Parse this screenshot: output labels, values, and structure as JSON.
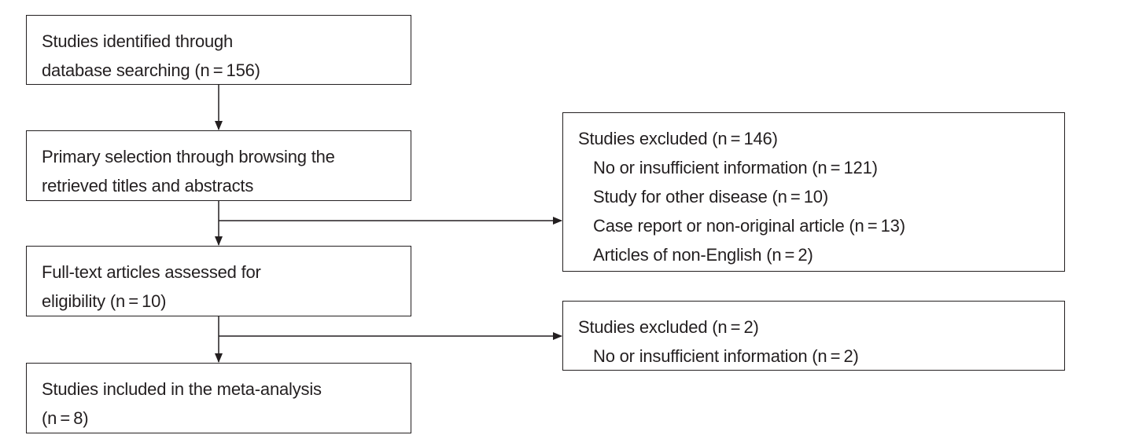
{
  "flow": {
    "identified": {
      "lines": [
        "Studies identified through",
        "database searching (n = 156)"
      ]
    },
    "primary_selection": {
      "lines": [
        "Primary selection through browsing the",
        "retrieved titles and abstracts"
      ]
    },
    "full_text": {
      "lines": [
        "Full-text articles assessed for",
        "eligibility (n = 10)"
      ]
    },
    "included": {
      "lines": [
        "Studies included in the meta-analysis",
        "(n = 8)"
      ]
    },
    "excluded_first": {
      "title": "Studies excluded (n = 146)",
      "reasons": [
        "No or insufficient information (n = 121)",
        "Study for other disease (n = 10)",
        "Case report or non-original article (n = 13)",
        "Articles of non-English (n = 2)"
      ]
    },
    "excluded_second": {
      "title": "Studies excluded (n = 2)",
      "reasons": [
        "No or insufficient information  (n = 2)"
      ]
    }
  },
  "colors": {
    "stroke": "#231f20",
    "text": "#231f20",
    "background": "#ffffff"
  }
}
